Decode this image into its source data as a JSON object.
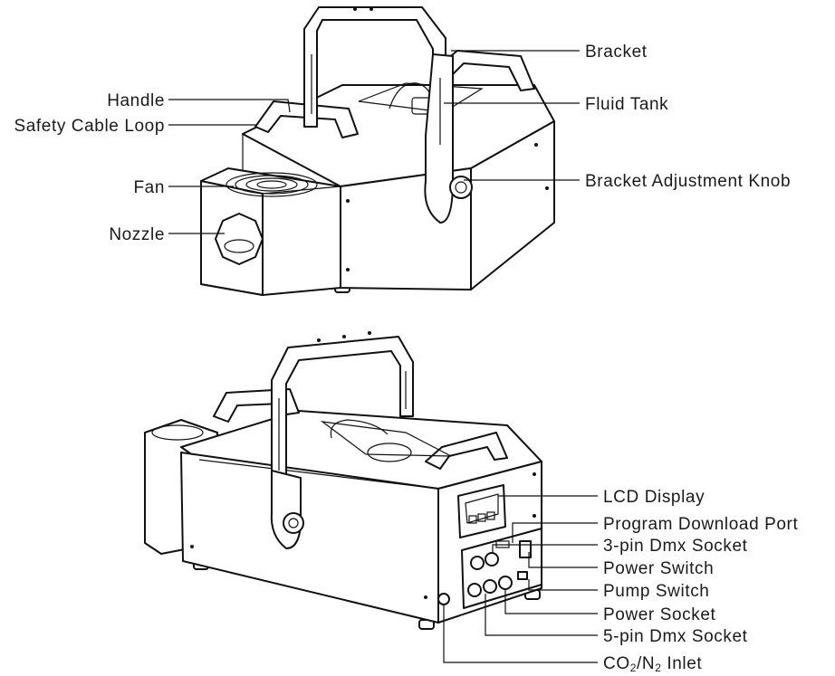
{
  "top_view": {
    "labels": {
      "bracket": "Bracket",
      "handle": "Handle",
      "fluid_tank": "Fluid Tank",
      "safety_cable_loop": "Safety Cable Loop",
      "fan": "Fan",
      "bracket_adjustment_knob": "Bracket Adjustment Knob",
      "nozzle": "Nozzle"
    }
  },
  "rear_view": {
    "labels": {
      "lcd_display": "LCD Display",
      "program_download_port": "Program Download Port",
      "dmx_3pin": "3-pin Dmx Socket",
      "power_switch": "Power Switch",
      "pump_switch": "Pump Switch",
      "power_socket": "Power Socket",
      "dmx_5pin": "5-pin Dmx Socket",
      "gas_inlet": {
        "a": "CO",
        "a_sub": "2",
        "sep": "/N",
        "b_sub": "2",
        "rest": " Inlet"
      }
    }
  }
}
